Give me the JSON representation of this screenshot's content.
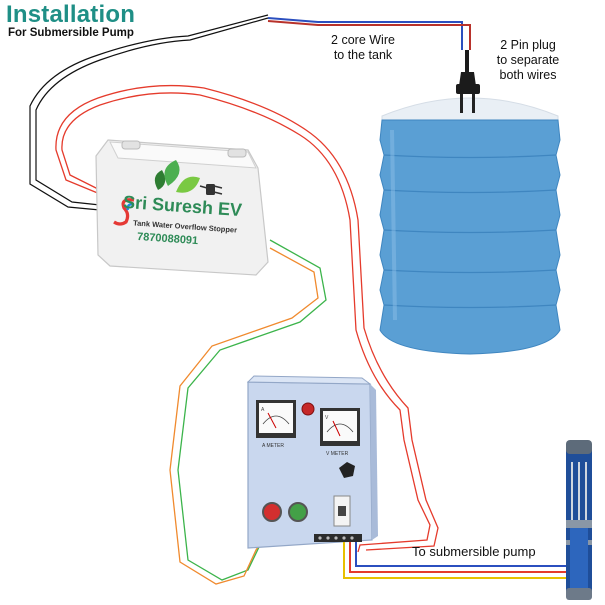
{
  "title": "Installation",
  "subtitle": "For Submersible Pump",
  "labels": {
    "two_core_wire": "2 core Wire\nto the tank",
    "two_pin_plug": "2 Pin plug\nto separate\nboth wires",
    "to_pump": "To submersible pump"
  },
  "device": {
    "brand": "Sri Suresh EV",
    "tagline": "Tank Water Overflow Stopper",
    "phone": "7870088091"
  },
  "panel": {
    "meter_a_caption": "A METER",
    "meter_v_caption": "V METER"
  },
  "colors": {
    "title": "#1f8f86",
    "tank_body": "#5a9fd4",
    "tank_top": "#e8eef4",
    "panel": "#c9d7ee",
    "wire_red": "#e53b2c",
    "wire_orange": "#f08a2e",
    "wire_green": "#3cb44b",
    "wire_black": "#111111",
    "wire_blue": "#2b4fbf",
    "wire_yellow": "#e8c000"
  }
}
